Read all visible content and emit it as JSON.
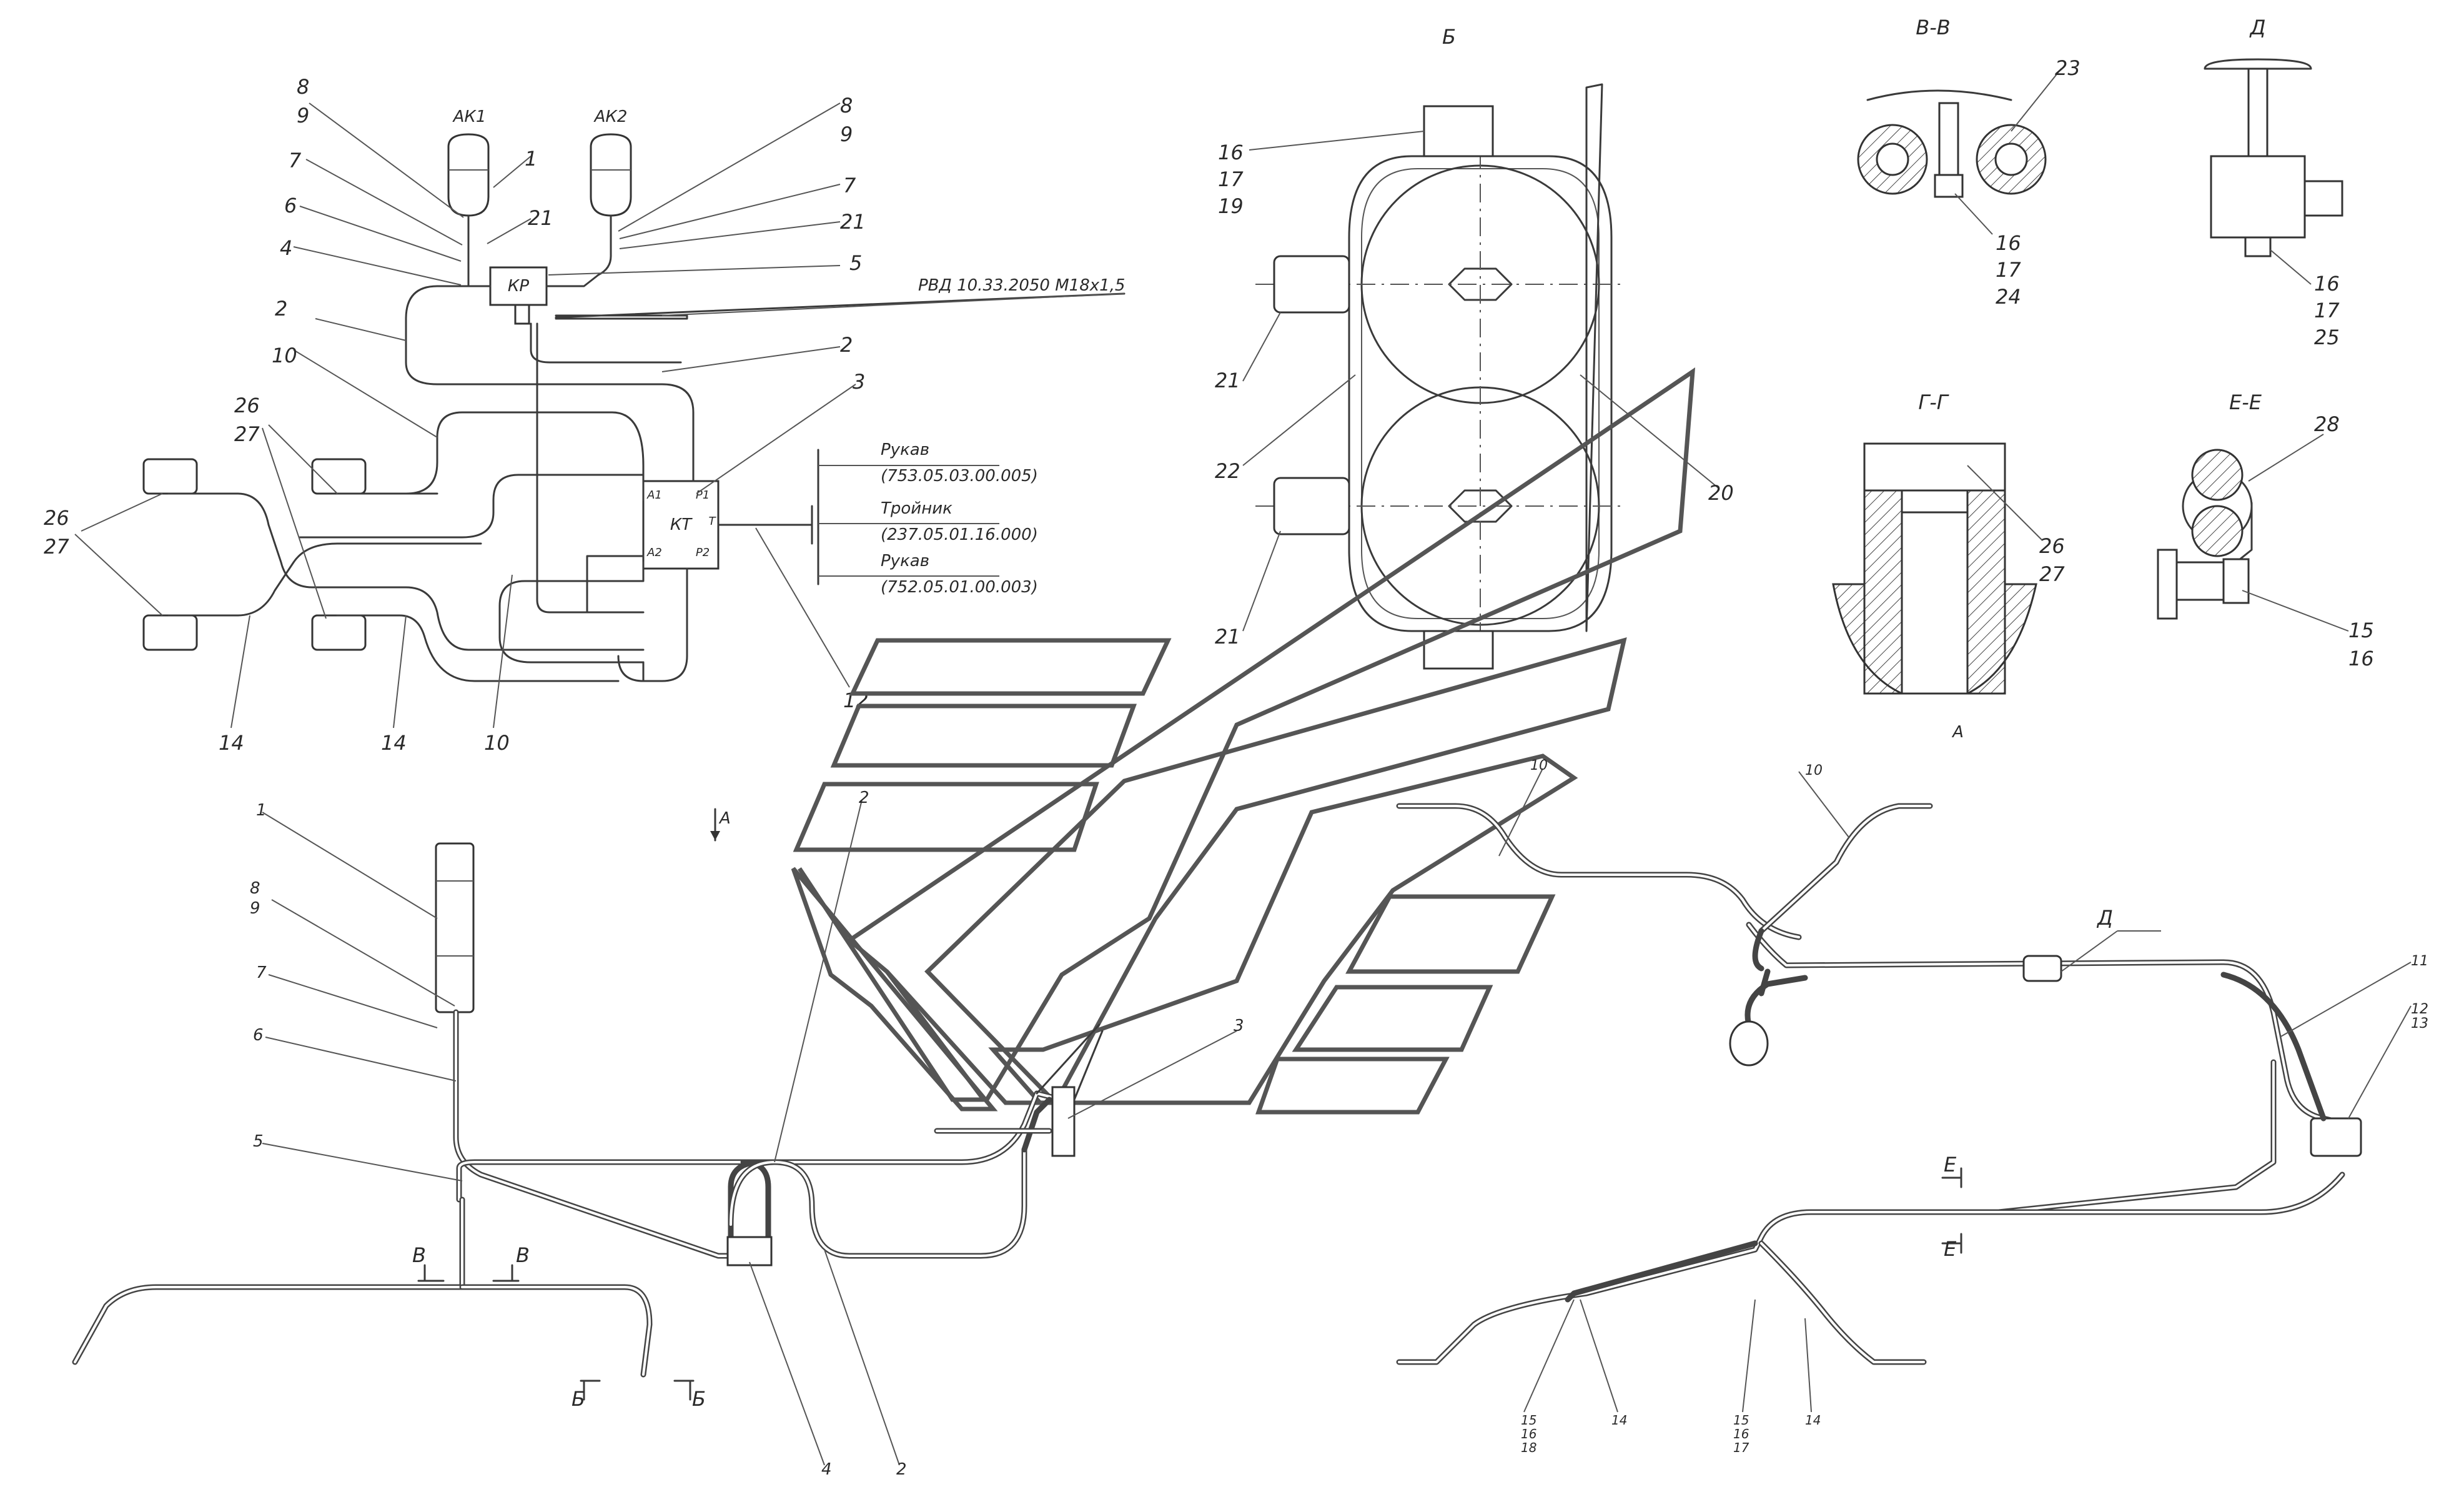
{
  "schematic": {
    "accumulator_1": "АК1",
    "accumulator_2": "АК2",
    "valve_kr": "КР",
    "block_kt": "КТ",
    "port_a1": "А1",
    "port_a2": "А2",
    "port_p1": "Р1",
    "port_p2": "Р2",
    "port_t": "Т",
    "hose_note": "РВД 10.33.2050 М18х1,5",
    "callout_sleeve_1": "Рукав",
    "callout_sleeve_1_code": "(753.05.03.00.005)",
    "callout_tee": "Тройник",
    "callout_tee_code": "(237.05.01.16.000)",
    "callout_sleeve_2": "Рукав",
    "callout_sleeve_2_code": "(752.05.01.00.003)",
    "pos": {
      "p8a": "8",
      "p9a": "9",
      "p7a": "7",
      "p6": "6",
      "p4": "4",
      "p2a": "2",
      "p10a": "10",
      "p1": "1",
      "p8b": "8",
      "p9b": "9",
      "p7b": "7",
      "p21a": "21",
      "p21b": "21",
      "p5": "5",
      "p2b": "2",
      "p3": "3",
      "p12": "12",
      "p26a": "26",
      "p27a": "27",
      "p26b": "26",
      "p27b": "27",
      "p14a": "14",
      "p14b": "14",
      "p10b": "10"
    }
  },
  "view_b": {
    "title": "Б",
    "pos": {
      "p16": "16",
      "p17": "17",
      "p19": "19",
      "p21a": "21",
      "p22": "22",
      "p21b": "21",
      "p20": "20"
    }
  },
  "section_vv": {
    "title": "В-В",
    "pos": {
      "p23": "23",
      "p16": "16",
      "p17": "17",
      "p24": "24"
    }
  },
  "view_d": {
    "title": "Д",
    "pos": {
      "p16": "16",
      "p17": "17",
      "p25": "25"
    }
  },
  "section_gg": {
    "title": "Г-Г",
    "pos": {
      "p26": "26",
      "p27": "27"
    },
    "footer": "А"
  },
  "section_ee": {
    "title": "Е-Е",
    "pos": {
      "p28": "28",
      "p15": "15",
      "p16": "16"
    }
  },
  "assembly": {
    "arrow_a": "А",
    "section_v_left": "В",
    "section_v_right": "В",
    "section_b_left": "Б",
    "section_b_right": "Б",
    "section_e_top": "Е",
    "section_e_bottom": "Е",
    "view_d_mark": "Д",
    "pos": {
      "p1": "1",
      "p8": "8",
      "p9": "9",
      "p7": "7",
      "p6": "6",
      "p5": "5",
      "p2a": "2",
      "p3": "3",
      "p4": "4",
      "p2b": "2",
      "p10a": "10",
      "p10b": "10",
      "p11": "11",
      "p12": "12",
      "p13": "13",
      "p15a": "15",
      "p16a": "16",
      "p18": "18",
      "p14a": "14",
      "p15b": "15",
      "p16b": "16",
      "p17": "17",
      "p14b": "14"
    }
  }
}
